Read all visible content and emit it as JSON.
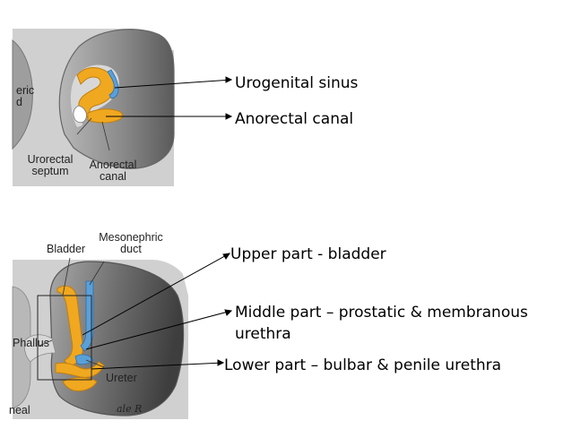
{
  "top_panel": {
    "figure_labels": {
      "left_fragment_1": "eric",
      "left_fragment_2": "d",
      "urorectal_septum_1": "Urorectal",
      "urorectal_septum_2": "septum",
      "anorectal_canal_1": "Anorectal",
      "anorectal_canal_2": "canal"
    },
    "callouts": {
      "urogenital_sinus": "Urogenital sinus",
      "anorectal_canal": "Anorectal canal"
    }
  },
  "bottom_panel": {
    "figure_labels": {
      "bladder": "Bladder",
      "mesonephric_1": "Mesonephric",
      "mesonephric_2": "duct",
      "phallus": "Phallus",
      "ureter": "Ureter",
      "neal": "neal",
      "signature": "ale R"
    },
    "callouts": {
      "upper": "Upper part - bladder",
      "middle_1": "Middle part – prostatic & membranous",
      "middle_2": "urethra",
      "lower": "Lower part – bulbar & penile urethra"
    }
  },
  "colors": {
    "panel_bg": "#cfcfcf",
    "embryo_gray": "#9a9a9a",
    "embryo_dark": "#4e4e4e",
    "orange": "#f0a820",
    "blue": "#5aa0d8"
  }
}
